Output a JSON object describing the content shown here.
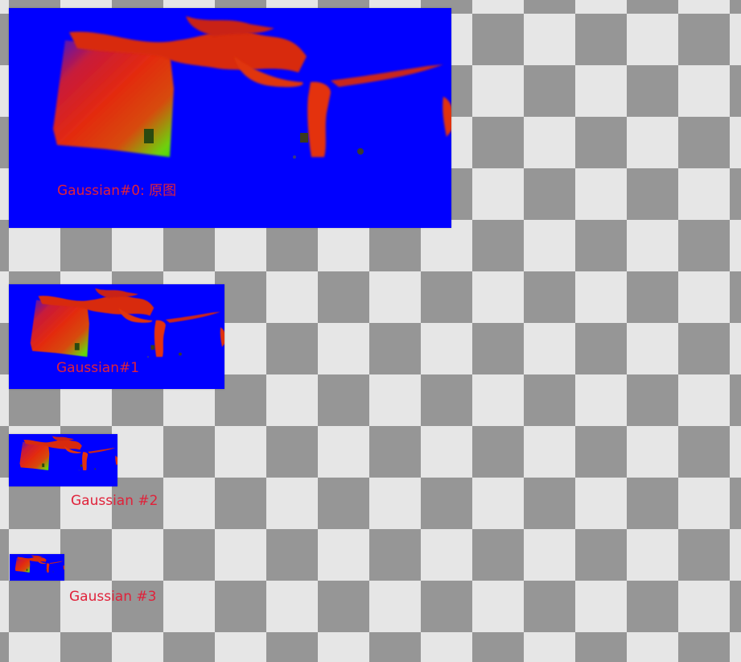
{
  "canvas": {
    "background": "checkerboard-transparency",
    "checker_light": "#e6e6e6",
    "checker_dark": "#969696"
  },
  "colors": {
    "panel_background": "#0000ff",
    "label_color": "#e0223a"
  },
  "pyramid": [
    {
      "id": "g0",
      "label": "Gaussian#0: 原图"
    },
    {
      "id": "g1",
      "label": "Gaussian#1"
    },
    {
      "id": "g2",
      "label": "Gaussian #2"
    },
    {
      "id": "g3",
      "label": "Gaussian #3"
    }
  ]
}
